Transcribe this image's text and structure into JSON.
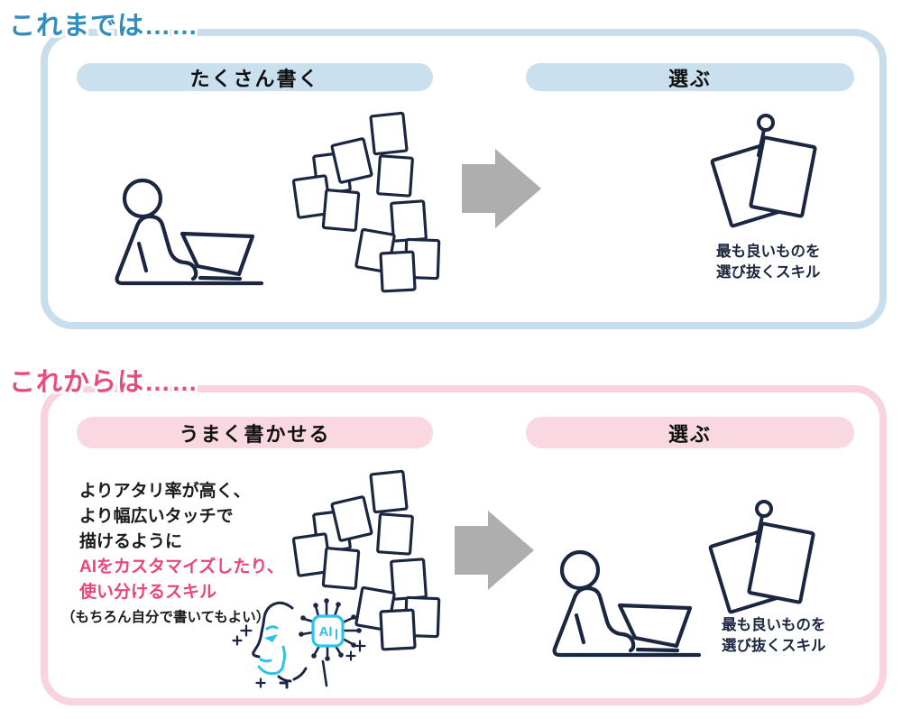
{
  "palette": {
    "blue_heading": "#2F8DBF",
    "blue_border": "#C8DEED",
    "blue_pill": "#CBE0EF",
    "pink_heading": "#E84B7C",
    "pink_border": "#F9D3DE",
    "pink_pill": "#F9D8E1",
    "pink_note_text": "#F0437A",
    "line_art_navy": "#1B2740",
    "arrow_gray": "#AEAEAE",
    "ai_cyan": "#2BC3E8"
  },
  "before": {
    "heading": "これまでは……",
    "step1_label": "たくさん書く",
    "step2_label": "選ぶ",
    "caption_line1": "最も良いものを",
    "caption_line2": "選び抜くスキル"
  },
  "after": {
    "heading": "これからは……",
    "step1_label": "うまく書かせる",
    "step2_label": "選ぶ",
    "note_line1": "よりアタリ率が高く、",
    "note_line2": "より幅広いタッチで",
    "note_line3": "描けるように",
    "note_line4": "AIをカスタマイズしたり、",
    "note_line5": "使い分けるスキル",
    "note_line6": "（もちろん自分で書いてもよい）",
    "ai_chip_label": "AI",
    "caption_line1": "最も良いものを",
    "caption_line2": "選び抜くスキル"
  }
}
